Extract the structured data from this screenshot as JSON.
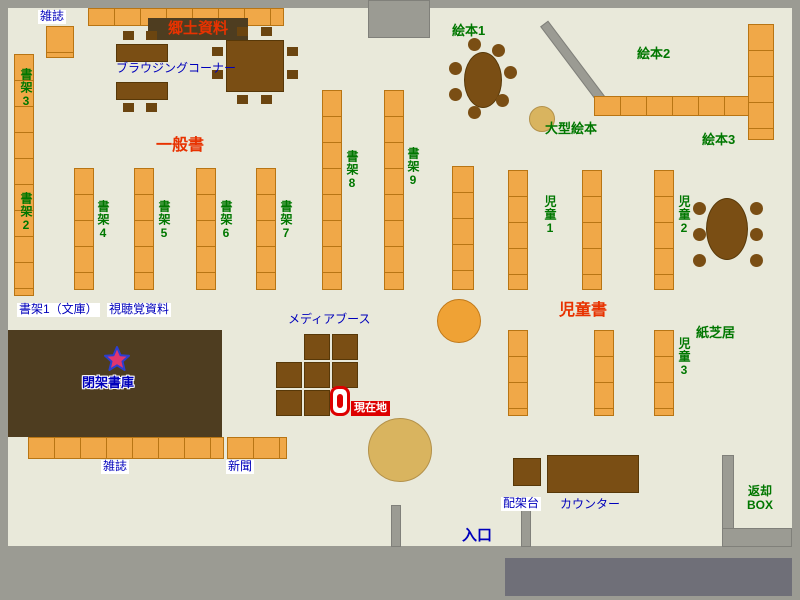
{
  "colors": {
    "floor": "#e9e9da",
    "wall": "#9b9b93",
    "wall_dark": "#6f6f78",
    "shelf": "#f0a848",
    "shelf_border": "#b87514",
    "table": "#7a4e14",
    "chair": "#6b4510",
    "stacks": "#4e3d20",
    "tan_circle": "#d9b45f",
    "orange_circle": "#efa235",
    "blue": "#0000bb",
    "green": "#007700",
    "red": "#e83200",
    "marker_red": "#dd0000"
  },
  "areas": {
    "local_materials": "郷土資料",
    "general_books": "一般書",
    "children_books": "児童書"
  },
  "shelf_labels": {
    "shoka1_bunko": "書架1（文庫）",
    "shoka2": "書架2",
    "shoka3": "書架3",
    "shoka4": "書架4",
    "shoka5": "書架5",
    "shoka6": "書架6",
    "shoka7": "書架7",
    "shoka8": "書架8",
    "shoka9": "書架9",
    "jido1": "児童1",
    "jido2": "児童2",
    "jido3": "児童3",
    "ehon1": "絵本1",
    "ehon2": "絵本2",
    "ehon3": "絵本3"
  },
  "labels": {
    "magazines_top": "雑誌",
    "browsing_corner": "ブラウジングコーナー",
    "large_picture_books": "大型絵本",
    "audio_visual": "視聴覚資料",
    "closed_stacks": "閉架書庫",
    "media_booth": "メディアブース",
    "current_location": "現在地",
    "kamishibai": "紙芝居",
    "magazines_bottom": "雑誌",
    "newspaper": "新聞",
    "sorting_table": "配架台",
    "counter": "カウンター",
    "entrance": "入口",
    "return_box_line1": "返却",
    "return_box_line2": "BOX"
  }
}
